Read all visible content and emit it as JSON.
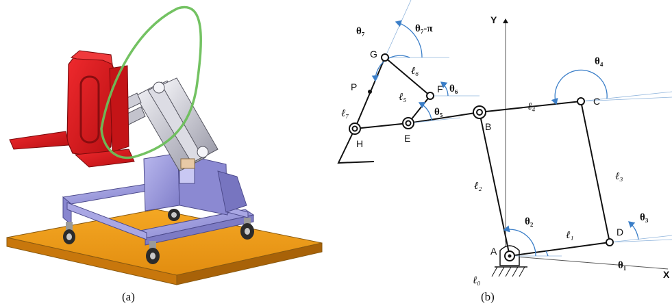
{
  "captions": {
    "a": "(a)",
    "b": "(b)"
  },
  "diagram_b": {
    "axes": {
      "x": "X",
      "y": "Y"
    },
    "points": {
      "A": "A",
      "B": "B",
      "C": "C",
      "D": "D",
      "E": "E",
      "F": "F",
      "G": "G",
      "H": "H",
      "P": "P"
    },
    "links": {
      "l0": "ℓ₀",
      "l1": "ℓ₁",
      "l2": "ℓ₂",
      "l3": "ℓ₃",
      "l4": "ℓ₄",
      "l5": "ℓ₅",
      "l6": "ℓ₆",
      "l7": "ℓ₇"
    },
    "angles": {
      "t1": "θ₁",
      "t2": "θ₂",
      "t3": "θ₃",
      "t4": "θ₄",
      "t5": "θ₅",
      "t6": "θ₆",
      "t7": "θ₇",
      "t7pi": "θ₇-π"
    }
  },
  "colors": {
    "seat_red": "#e4161b",
    "frame_lavender": "#9d9bde",
    "base_orange": "#f0a020",
    "path_green": "#6bbf5a",
    "arrow_blue": "#3a7ec8"
  }
}
